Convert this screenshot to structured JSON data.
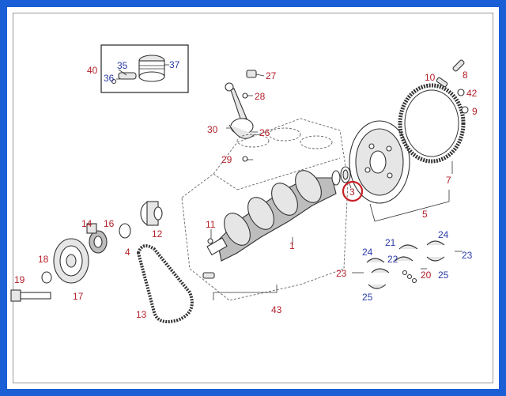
{
  "colors": {
    "frame": "#1a5fd6",
    "label_red": "#b4202a",
    "label_blue": "#2a3aa8",
    "highlight": "#c81e24"
  },
  "highlighted_part": "3",
  "labels": {
    "p3": "3",
    "p4": "4",
    "p5": "5",
    "p7": "7",
    "p8": "8",
    "p9": "9",
    "p10": "10",
    "p11": "11",
    "p12": "12",
    "p13": "13",
    "p14": "14",
    "p16": "16",
    "p17": "17",
    "p18": "18",
    "p19": "19",
    "p20": "20",
    "p21": "21",
    "p22": "22",
    "p23a": "23",
    "p23b": "23",
    "p24a": "24",
    "p24b": "24",
    "p25a": "25",
    "p25b": "25",
    "p26": "26",
    "p27": "27",
    "p28": "28",
    "p29": "29",
    "p30": "30",
    "p35": "35",
    "p36": "36",
    "p37": "37",
    "p40": "40",
    "p42": "42",
    "p43": "43",
    "p1": "1"
  }
}
